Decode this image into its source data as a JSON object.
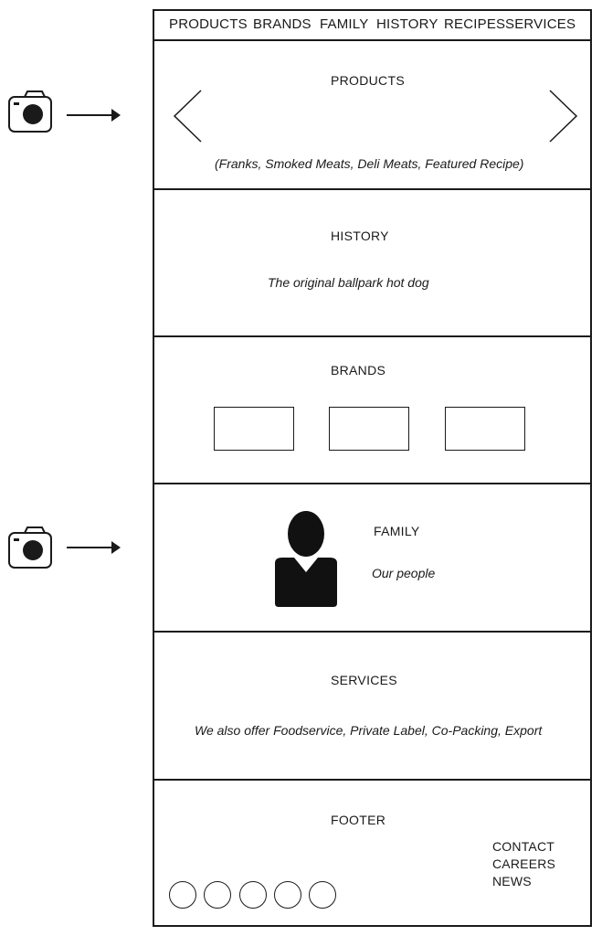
{
  "nav": {
    "items": [
      "PRODUCTS",
      "BRANDS",
      "FAMILY",
      "HISTORY",
      "RECIPES",
      "SERVICES"
    ]
  },
  "products": {
    "heading": "PRODUCTS",
    "subtitle": "(Franks, Smoked Meats, Deli Meats, Featured Recipe)"
  },
  "history": {
    "heading": "HISTORY",
    "subtitle": "The original ballpark hot dog"
  },
  "brands": {
    "heading": "BRANDS"
  },
  "family": {
    "heading": "FAMILY",
    "subtitle": "Our people"
  },
  "services": {
    "heading": "SERVICES",
    "subtitle": "We also offer Foodservice, Private Label, Co-Packing, Export"
  },
  "footer": {
    "heading": "FOOTER",
    "links": [
      "CONTACT",
      "CAREERS",
      "NEWS"
    ]
  },
  "icons": {
    "camera": "camera-icon",
    "arrow": "arrow-right-icon",
    "prev": "chevron-left-icon",
    "next": "chevron-right-icon",
    "person": "person-icon",
    "social": "social-circle-icon"
  }
}
